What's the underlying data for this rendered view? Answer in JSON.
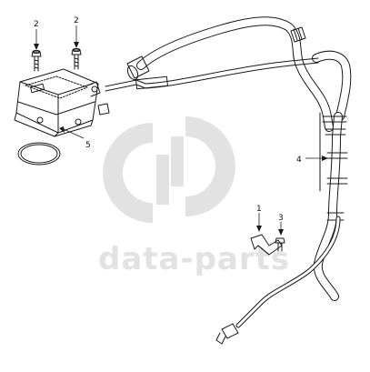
{
  "callouts": [
    {
      "id": "callout-2a",
      "label": "2"
    },
    {
      "id": "callout-2b",
      "label": "2"
    },
    {
      "id": "callout-5",
      "label": "5"
    },
    {
      "id": "callout-4",
      "label": "4"
    },
    {
      "id": "callout-1",
      "label": "1"
    },
    {
      "id": "callout-3",
      "label": "3"
    }
  ],
  "watermark": {
    "text": "data-parts",
    "color": "#e2e2e2"
  },
  "colors": {
    "line": "#1a1a1a",
    "background": "#ffffff"
  }
}
